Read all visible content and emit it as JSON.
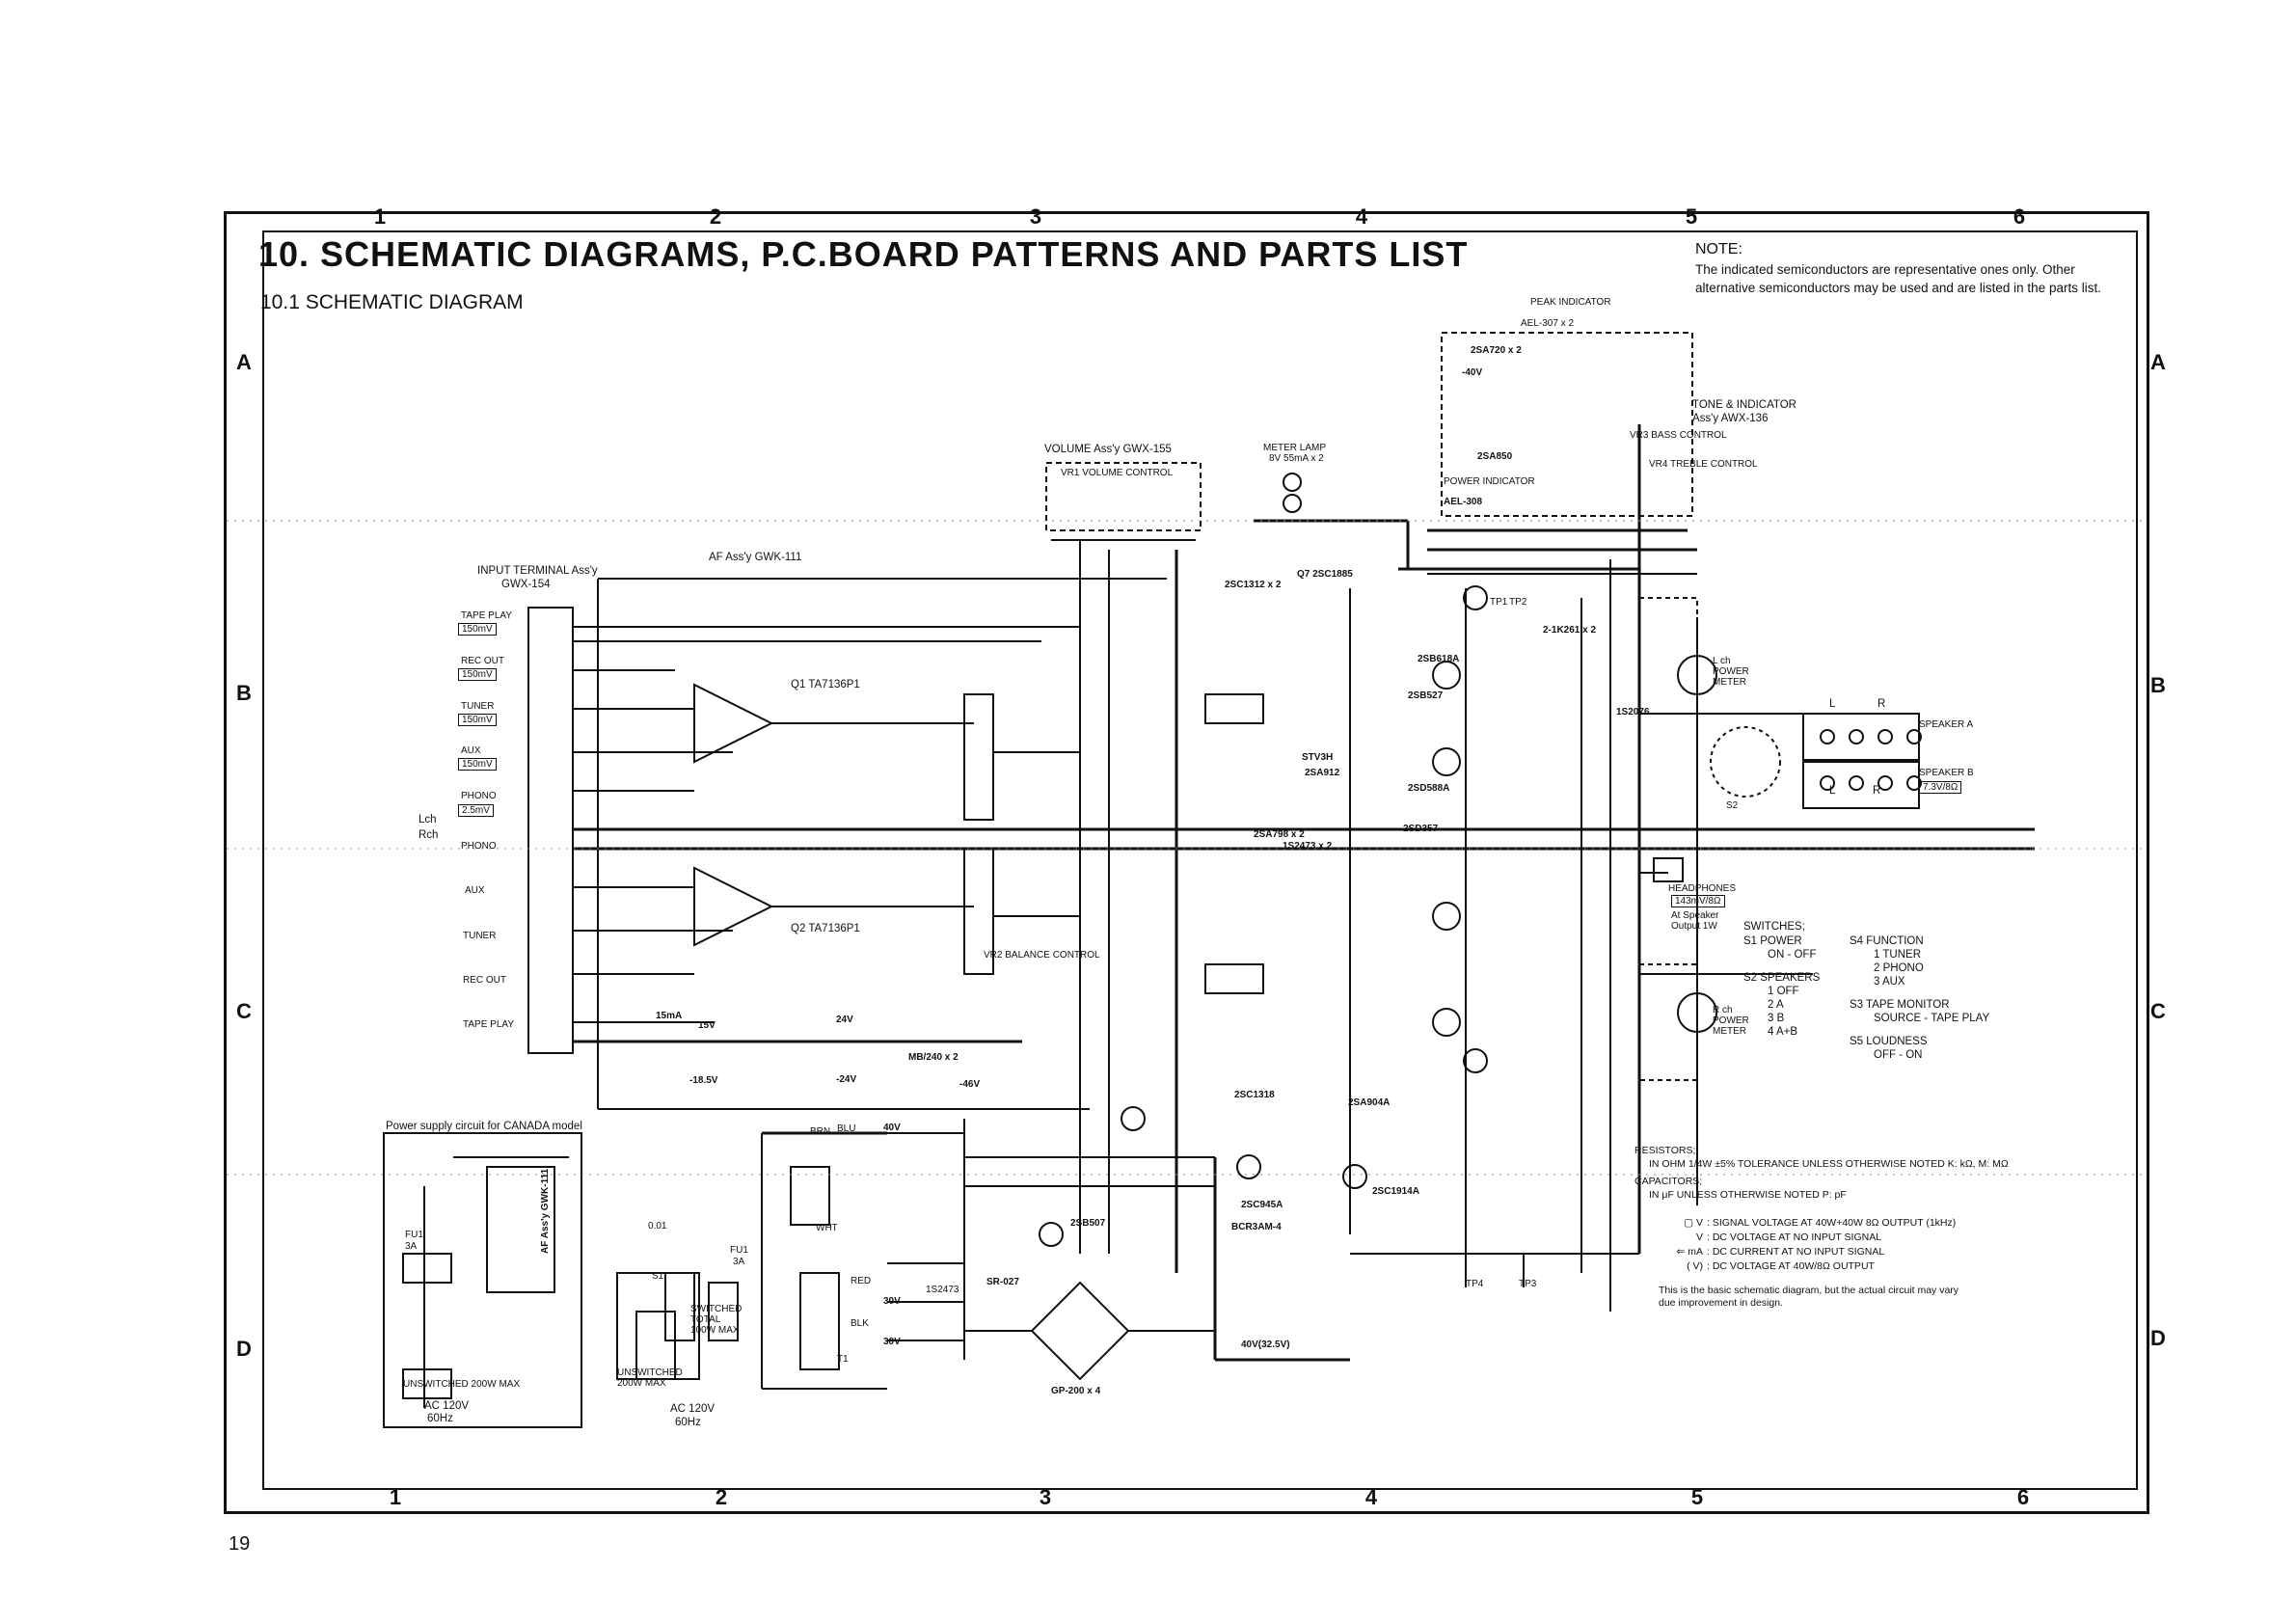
{
  "header": {
    "title": "10. SCHEMATIC DIAGRAMS, P.C.BOARD PATTERNS AND PARTS LIST",
    "subtitle": "10.1 SCHEMATIC DIAGRAM",
    "note_label": "NOTE:",
    "note_text": "The indicated semiconductors are representative ones only. Other alternative semiconductors may be used and are listed in the parts list."
  },
  "grid": {
    "columns": [
      "1",
      "2",
      "3",
      "4",
      "5",
      "6"
    ],
    "rows": [
      "A",
      "B",
      "C",
      "D"
    ]
  },
  "assemblies": {
    "input_terminal": "INPUT TERMINAL Ass'y",
    "input_terminal_code": "GWX-154",
    "af": "AF Ass'y GWK-111",
    "volume": "VOLUME Ass'y GWX-155",
    "meter_lamp": "METER LAMP",
    "meter_lamp_spec": "8V 55mA x 2",
    "peak_indicator": "PEAK INDICATOR",
    "peak_indicator_code": "AEL-307 x 2",
    "tone_indicator": "TONE & INDICATOR",
    "tone_indicator_code": "Ass'y AWX-136",
    "power_indicator": "POWER INDICATOR",
    "power_indicator_code": "AEL-308",
    "power_canada": "Power supply circuit for CANADA model",
    "af_vertical": "AF Ass'y GWK-111"
  },
  "inputs": {
    "tape_play": "TAPE PLAY",
    "tape_play_level": "150mV",
    "rec_out": "REC OUT",
    "rec_out_level": "150mV",
    "tuner": "TUNER",
    "tuner_level": "150mV",
    "aux": "AUX",
    "aux_level": "150mV",
    "phono": "PHONO",
    "phono_level": "2.5mV",
    "lch": "Lch",
    "rch": "Rch",
    "phono_r": "PHONO",
    "aux_r": "AUX",
    "tuner_r": "TUNER",
    "rec_out_r": "REC OUT",
    "tape_play_r": "TAPE PLAY"
  },
  "parts": {
    "q1": "Q1 TA7136P1",
    "q2": "Q2 TA7136P1",
    "vr1": "VR1 VOLUME CONTROL",
    "vr2": "VR2 BALANCE CONTROL",
    "vr3": "VR3 BASS CONTROL",
    "vr4": "VR4 TREBLE CONTROL",
    "q2sc1312": "2SC1312 x 2",
    "q2sc1885": "Q7 2SC1885",
    "q2sa720": "2SA720 x 2",
    "q2sa850": "2SA850",
    "q2sb618a": "2SB618A",
    "q2sb527": "2SB527",
    "q2sd588a": "2SD588A",
    "q2sd357": "2SD357",
    "q2sa912": "2SA912",
    "stv3h": "STV3H",
    "q2sa798": "2SA798 x 2",
    "is2473": "1S2473 x 2",
    "is2076": "1S2076",
    "ik261": "2-1K261 x 2",
    "sr027": "SR-027",
    "gp200": "GP-200 x 4",
    "q2sb507": "2SB507",
    "q2sc945a": "2SC945A",
    "q2sc1914a": "2SC1914A",
    "q2sa904a": "2SA904A",
    "q2sc1318": "2SC1318",
    "bcr3am": "BCR3AM-4",
    "mb240": "MB/240 x 2",
    "ts": "1S2473",
    "v40": "40V",
    "v40b": "40V(32.5V)",
    "v46": "-46V",
    "v30": "30V",
    "v30b": "30V",
    "v15": "15mA",
    "v40n": "-40V",
    "v15b": "15V",
    "v185": "-18.5V",
    "v24": "24V",
    "v24n": "-24V",
    "tp1": "TP1",
    "tp2": "TP2",
    "tp3": "TP3",
    "tp4": "TP4",
    "lch_meter": "L ch POWER METER",
    "rch_meter": "R ch POWER METER",
    "ac": "AC 120V",
    "ac_hz": "60Hz",
    "unswitched": "UNSWITCHED 200W MAX",
    "switched": "SWITCHED TOTAL 100W MAX",
    "c001": "0.01",
    "fu1": "FU1",
    "fu1_rating": "3A",
    "s1": "S1",
    "t1": "T1",
    "blu": "BLU",
    "brn": "BRN",
    "blk": "BLK",
    "wht": "WHT",
    "red": "RED",
    "ac120_c": "AC 120V",
    "hz_c": "60Hz",
    "unsw_c": "UNSWITCHED 200W MAX",
    "fu_c": "FU1",
    "fu_c_rating": "3A"
  },
  "speakers": {
    "a": "SPEAKER A",
    "b": "SPEAKER B",
    "b_level": "7.3V/8Ω",
    "l": "L",
    "r": "R",
    "l2": "L",
    "r2": "R",
    "headphones": "HEADPHONES",
    "headphones_level": "143mV/8Ω",
    "headphones_note": "At Speaker Output 1W",
    "s2": "S2"
  },
  "switches": {
    "title": "SWITCHES;",
    "s1": "S1  POWER",
    "s1_val": "ON - OFF",
    "s2": "S2  SPEAKERS",
    "s2_vals": [
      "1  OFF",
      "2  A",
      "3  B",
      "4  A+B"
    ],
    "s4": "S4  FUNCTION",
    "s4_vals": [
      "1  TUNER",
      "2  PHONO",
      "3  AUX"
    ],
    "s3": "S3  TAPE MONITOR",
    "s3_val": "SOURCE - TAPE PLAY",
    "s5": "S5  LOUDNESS",
    "s5_val": "OFF - ON"
  },
  "legend": {
    "resistors_title": "RESISTORS;",
    "resistors_text": "IN OHM 1/4W ±5% TOLERANCE UNLESS OTHERWISE NOTED K: kΩ, M: MΩ",
    "capacitors_title": "CAPACITORS;",
    "capacitors_text": "IN μF UNLESS OTHERWISE NOTED P: pF",
    "items": [
      {
        "symbol": "▢ V",
        "text": ": SIGNAL VOLTAGE AT 40W+40W 8Ω OUTPUT (1kHz)"
      },
      {
        "symbol": "V",
        "text": ": DC VOLTAGE AT NO INPUT SIGNAL"
      },
      {
        "symbol": "⇐ mA",
        "text": ": DC CURRENT AT NO INPUT SIGNAL"
      },
      {
        "symbol": "( V)",
        "text": ": DC VOLTAGE AT 40W/8Ω OUTPUT"
      }
    ],
    "footnote": "This is the basic schematic diagram, but the actual circuit may vary due improvement in design."
  },
  "page_number": "19"
}
